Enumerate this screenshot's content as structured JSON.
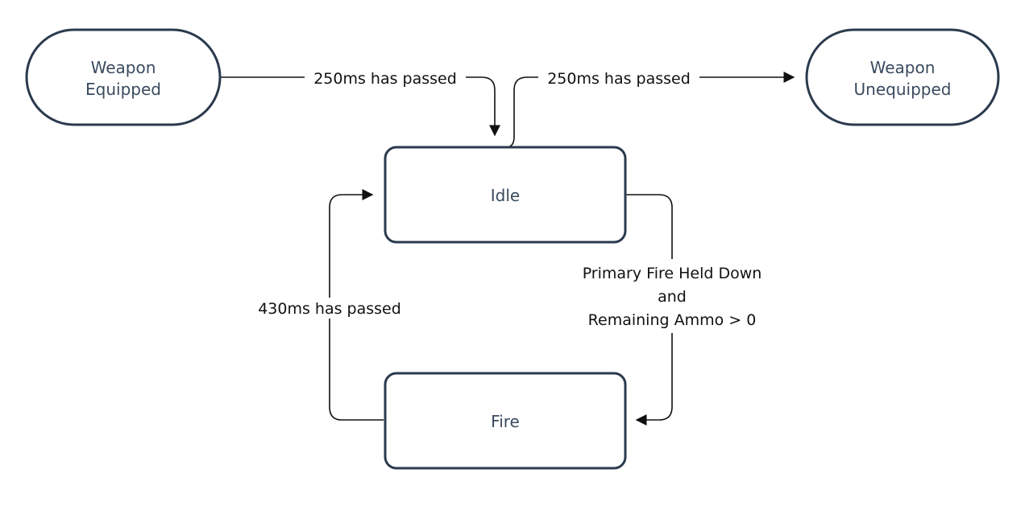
{
  "colors": {
    "node_border": "#2b3a4d",
    "node_text": "#3a4a5e",
    "edge": "#111111",
    "background": "#ffffff"
  },
  "nodes": {
    "weapon_equipped": {
      "line1": "Weapon",
      "line2": "Equipped"
    },
    "weapon_unequipped": {
      "line1": "Weapon",
      "line2": "Unequipped"
    },
    "idle": {
      "label": "Idle"
    },
    "fire": {
      "label": "Fire"
    }
  },
  "edges": {
    "equipped_to_idle": {
      "label": "250ms has passed"
    },
    "idle_to_unequipped": {
      "label": "250ms has passed"
    },
    "idle_to_fire": {
      "line1": "Primary Fire Held Down",
      "line2": "and",
      "line3": "Remaining Ammo > 0"
    },
    "fire_to_idle": {
      "label": "430ms has passed"
    }
  }
}
